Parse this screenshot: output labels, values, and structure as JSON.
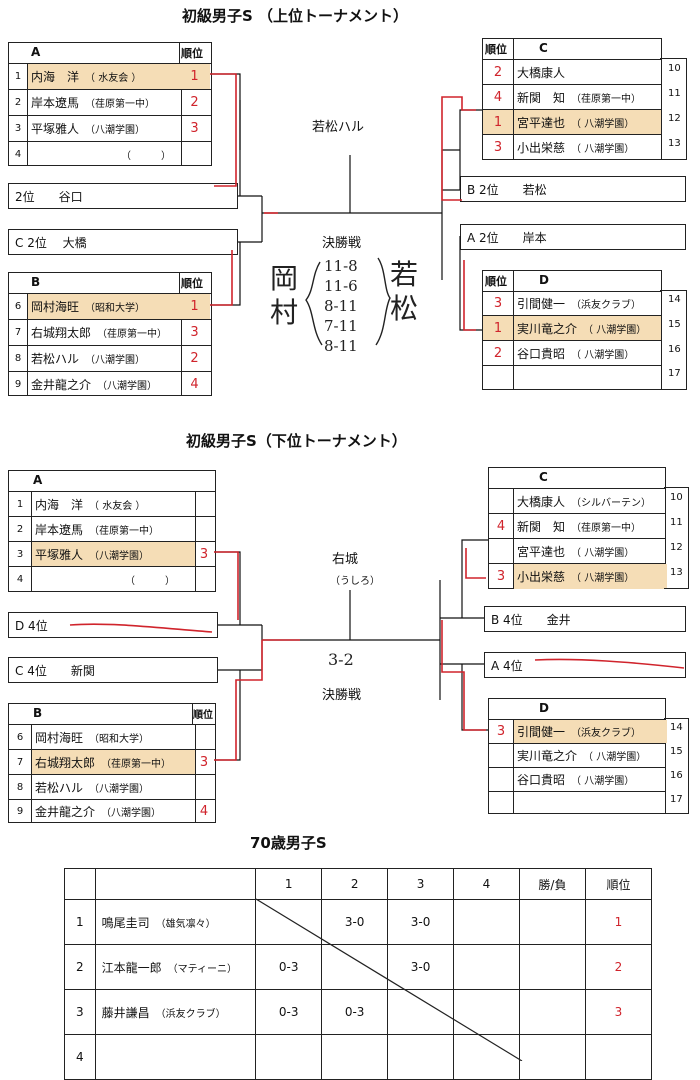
{
  "upper": {
    "title": "初級男子S （上位トーナメント）",
    "groupA": {
      "label": "A",
      "rank_header": "順位",
      "rows": [
        {
          "no": "1",
          "name": "内海　洋",
          "aff": "（ 水友会 ）",
          "rank": "1",
          "hl": true
        },
        {
          "no": "2",
          "name": "岸本遼馬",
          "aff": "（荏原第一中）",
          "rank": "2",
          "hl": false
        },
        {
          "no": "3",
          "name": "平塚雅人",
          "aff": "（八潮学園）",
          "rank": "3",
          "hl": false
        },
        {
          "no": "4",
          "name": "",
          "aff": "（　　　）",
          "rank": "",
          "hl": false
        }
      ]
    },
    "box_left1": "2位　　谷口",
    "box_left2": "C  2位　 大橋",
    "groupB": {
      "label": "B",
      "rank_header": "順位",
      "rows": [
        {
          "no": "6",
          "name": "岡村海旺",
          "aff": "（昭和大学）",
          "rank": "1",
          "hl": true
        },
        {
          "no": "7",
          "name": "右城翔太郎",
          "aff": "（荏原第一中）",
          "rank": "3",
          "hl": false
        },
        {
          "no": "8",
          "name": "若松ハル",
          "aff": "（八潮学園）",
          "rank": "2",
          "hl": false
        },
        {
          "no": "9",
          "name": "金井龍之介",
          "aff": "（八潮学園）",
          "rank": "4",
          "hl": false
        }
      ]
    },
    "groupC": {
      "label": "C",
      "rank_header": "順位",
      "rows": [
        {
          "no": "10",
          "name": "大橋康人",
          "aff": "",
          "rank": "2",
          "hl": false
        },
        {
          "no": "11",
          "name": "新関　知",
          "aff": "（荏原第一中）",
          "rank": "4",
          "hl": false
        },
        {
          "no": "12",
          "name": "宮平達也",
          "aff": "（ 八潮学園）",
          "rank": "1",
          "hl": true
        },
        {
          "no": "13",
          "name": "小出栄慈",
          "aff": "（ 八潮学園）",
          "rank": "3",
          "hl": false
        }
      ]
    },
    "box_right1": "B  2位　　若松",
    "box_right2": "A  2位　　岸本",
    "groupD": {
      "label": "D",
      "rank_header": "順位",
      "rows": [
        {
          "no": "14",
          "name": "引間健一",
          "aff": "（浜友クラブ）",
          "rank": "3",
          "hl": false
        },
        {
          "no": "15",
          "name": "実川竜之介",
          "aff": "（ 八潮学園）",
          "rank": "1",
          "hl": true
        },
        {
          "no": "16",
          "name": "谷口貴昭",
          "aff": "（ 八潮学園）",
          "rank": "2",
          "hl": false
        },
        {
          "no": "17",
          "name": "",
          "aff": "",
          "rank": "",
          "hl": false
        }
      ]
    },
    "winner": "若松ハル",
    "final_label": "決勝戦",
    "hand_left": "岡村",
    "hand_right": "若松",
    "scores": [
      "11-8",
      "11-6",
      "8-11",
      "7-11",
      "8-11"
    ]
  },
  "lower": {
    "title": "初級男子S（下位トーナメント）",
    "groupA": {
      "label": "A",
      "rank_header": "",
      "rows": [
        {
          "no": "1",
          "name": "内海　洋",
          "aff": "（ 水友会 ）",
          "rank": "",
          "hl": false
        },
        {
          "no": "2",
          "name": "岸本遼馬",
          "aff": "（荏原第一中）",
          "rank": "",
          "hl": false
        },
        {
          "no": "3",
          "name": "平塚雅人",
          "aff": "（八潮学園）",
          "rank": "3",
          "hl": true
        },
        {
          "no": "4",
          "name": "",
          "aff": "（　　　）",
          "rank": "",
          "hl": false
        }
      ]
    },
    "box_left1": "D  4位",
    "box_left2": "C  4位　　新関",
    "groupB": {
      "label": "B",
      "rank_header": "順位",
      "rows": [
        {
          "no": "6",
          "name": "岡村海旺",
          "aff": "（昭和大学）",
          "rank": "",
          "hl": false
        },
        {
          "no": "7",
          "name": "右城翔太郎",
          "aff": "（荏原第一中）",
          "rank": "3",
          "hl": true
        },
        {
          "no": "8",
          "name": "若松ハル",
          "aff": "（八潮学園）",
          "rank": "",
          "hl": false
        },
        {
          "no": "9",
          "name": "金井龍之介",
          "aff": "（八潮学園）",
          "rank": "4",
          "hl": false
        }
      ]
    },
    "groupC": {
      "label": "C",
      "rank_header": "",
      "rows": [
        {
          "no": "10",
          "name": "大橋康人",
          "aff": "（シルバーテン）",
          "rank": "",
          "hl": false
        },
        {
          "no": "11",
          "name": "新関　知",
          "aff": "（荏原第一中）",
          "rank": "4",
          "hl": false
        },
        {
          "no": "12",
          "name": "宮平達也",
          "aff": "（ 八潮学園）",
          "rank": "",
          "hl": false
        },
        {
          "no": "13",
          "name": "小出栄慈",
          "aff": "（ 八潮学園）",
          "rank": "3",
          "hl": true
        }
      ]
    },
    "box_right1": "B  4位　　金井",
    "box_right2": "A  4位",
    "groupD": {
      "label": "D",
      "rank_header": "",
      "rows": [
        {
          "no": "14",
          "name": "引間健一",
          "aff": "（浜友クラブ）",
          "rank": "3",
          "hl": true
        },
        {
          "no": "15",
          "name": "実川竜之介",
          "aff": "（ 八潮学園）",
          "rank": "",
          "hl": false
        },
        {
          "no": "16",
          "name": "谷口貴昭",
          "aff": "（ 八潮学園）",
          "rank": "",
          "hl": false
        },
        {
          "no": "17",
          "name": "",
          "aff": "",
          "rank": "",
          "hl": false
        }
      ]
    },
    "winner": "右城",
    "winner_sub": "（うしろ）",
    "final_label": "決勝戦",
    "score": "3-2"
  },
  "rr": {
    "title": "70歳男子S",
    "headers": [
      "1",
      "2",
      "3",
      "4",
      "勝/負",
      "順位"
    ],
    "rows": [
      {
        "no": "1",
        "name": "鳴尾圭司",
        "aff": "（雄気凛々）",
        "cells": [
          "",
          "3-0",
          "3-0",
          ""
        ],
        "wl": "",
        "rank": "1"
      },
      {
        "no": "2",
        "name": "江本龍一郎",
        "aff": "（マティーニ）",
        "cells": [
          "0-3",
          "",
          "3-0",
          ""
        ],
        "wl": "",
        "rank": "2"
      },
      {
        "no": "3",
        "name": "藤井謙昌",
        "aff": "（浜友クラブ）",
        "cells": [
          "0-3",
          "0-3",
          "",
          ""
        ],
        "wl": "",
        "rank": "3"
      },
      {
        "no": "4",
        "name": "",
        "aff": "",
        "cells": [
          "",
          "",
          "",
          ""
        ],
        "wl": "",
        "rank": ""
      }
    ]
  }
}
